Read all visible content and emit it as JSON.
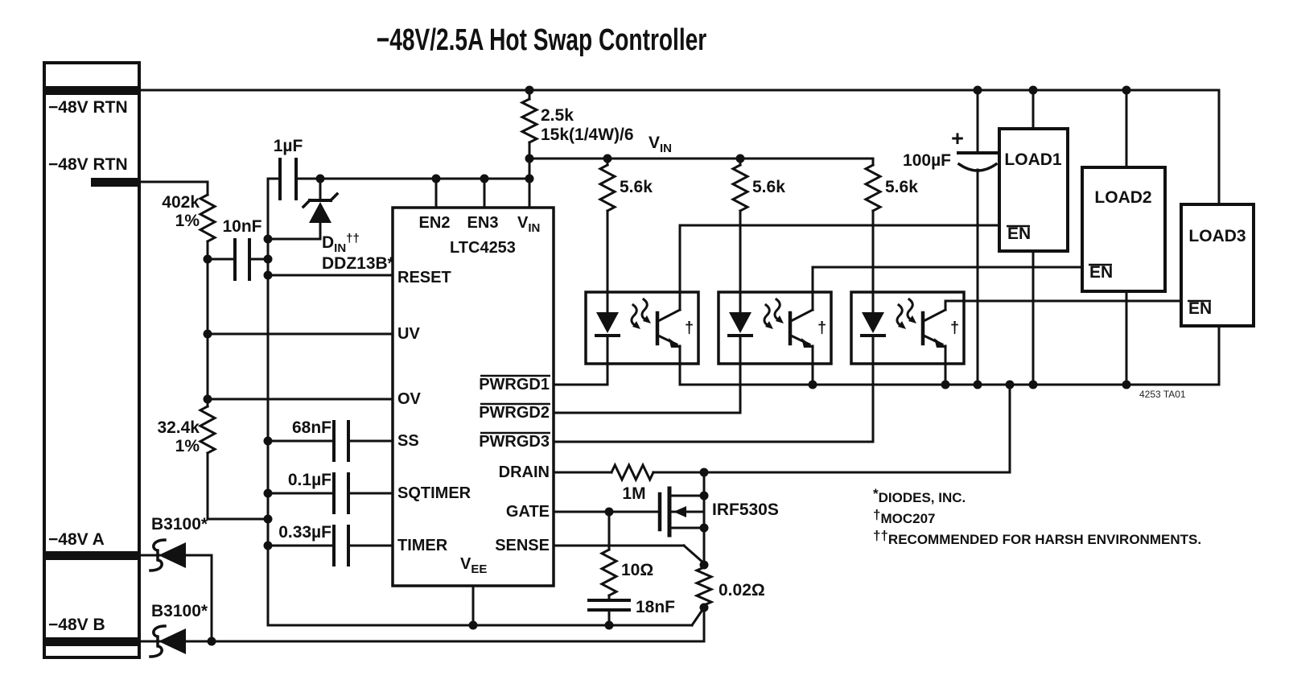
{
  "title": "−48V/2.5A Hot Swap Controller",
  "figure_id": "4253 TA01",
  "colors": {
    "chip_fill": "#e9c2b9",
    "line": "#111111",
    "background": "#ffffff"
  },
  "connector": {
    "pin_rtn1": "−48V RTN",
    "pin_rtn2": "−48V RTN",
    "pin_a": "−48V A",
    "pin_b": "−48V B"
  },
  "chip": {
    "name": "LTC4253",
    "pins": {
      "en2": "EN2",
      "en3": "EN3",
      "vin_v": "V",
      "vin_sub": "IN",
      "reset": "RESET",
      "uv": "UV",
      "ov": "OV",
      "ss": "SS",
      "sqtimer": "SQTIMER",
      "timer": "TIMER",
      "pwrgd1": "PWRGD1",
      "pwrgd2": "PWRGD2",
      "pwrgd3": "PWRGD3",
      "drain": "DRAIN",
      "gate": "GATE",
      "sense": "SENSE",
      "vee_v": "V",
      "vee_sub": "EE"
    }
  },
  "components": {
    "r_pullup": "2.5k",
    "r_pullup_note": "15k(1/4W)/6",
    "r_uv": "402k",
    "r_uv_tol": "1%",
    "r_ov": "32.4k",
    "r_ov_tol": "1%",
    "c_input": "10nF",
    "c_vin": "1µF",
    "zener_d": "D",
    "zener_d_sub": "IN",
    "zener_d_sup": "††",
    "zener_part": "DDZ13B*",
    "c_ss": "68nF",
    "c_sqtimer": "0.1µF",
    "c_timer": "0.33µF",
    "r_opto1": "5.6k",
    "r_opto2": "5.6k",
    "r_opto3": "5.6k",
    "vin_net_v": "V",
    "vin_net_sub": "IN",
    "c_bulk": "100µF",
    "c_bulk_plus": "+",
    "r_drain": "1M",
    "mosfet": "IRF530S",
    "r_gate": "10Ω",
    "c_sense": "18nF",
    "r_sense": "0.02Ω",
    "diode_a": "B3100*",
    "diode_b": "B3100*",
    "opto_dagger": "†"
  },
  "loads": [
    {
      "name": "LOAD1",
      "en": "EN"
    },
    {
      "name": "LOAD2",
      "en": "EN"
    },
    {
      "name": "LOAD3",
      "en": "EN"
    }
  ],
  "notes": [
    {
      "sup": "*",
      "text": "DIODES, INC."
    },
    {
      "sup": "†",
      "text": "MOC207"
    },
    {
      "sup": "††",
      "text": "RECOMMENDED FOR HARSH ENVIRONMENTS."
    }
  ]
}
